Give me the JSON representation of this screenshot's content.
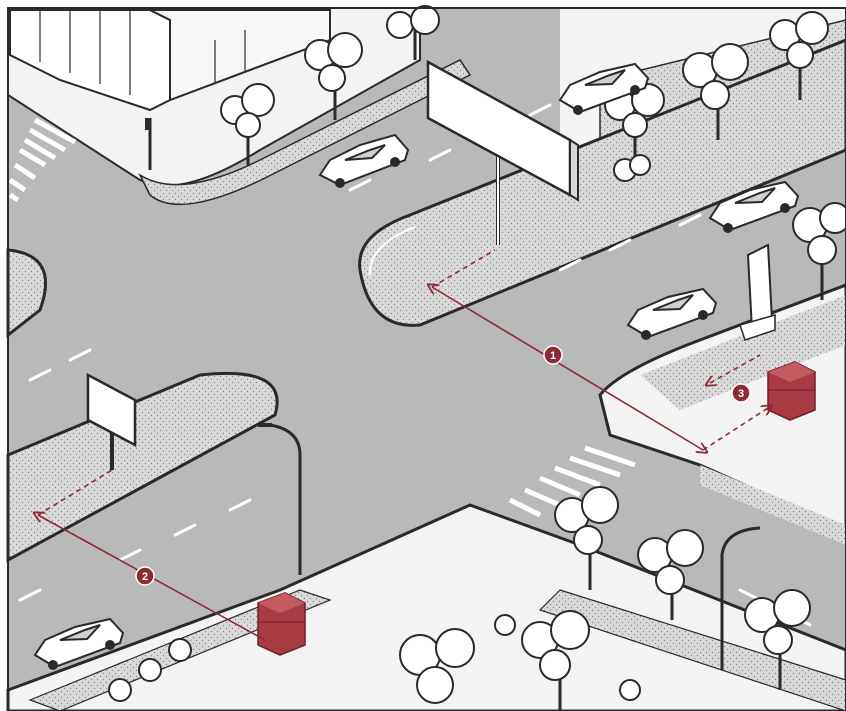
{
  "colors": {
    "road": "#b9b9b9",
    "road_edge": "#2a2a2a",
    "sidewalk": "#f4f4f4",
    "island_fill": "#d4d4d4",
    "lane_marking": "#ffffff",
    "accent": "#8e2a36",
    "kiosk": "#a83a44"
  },
  "markers": [
    {
      "label": "1"
    },
    {
      "label": "2"
    },
    {
      "label": "3"
    }
  ]
}
